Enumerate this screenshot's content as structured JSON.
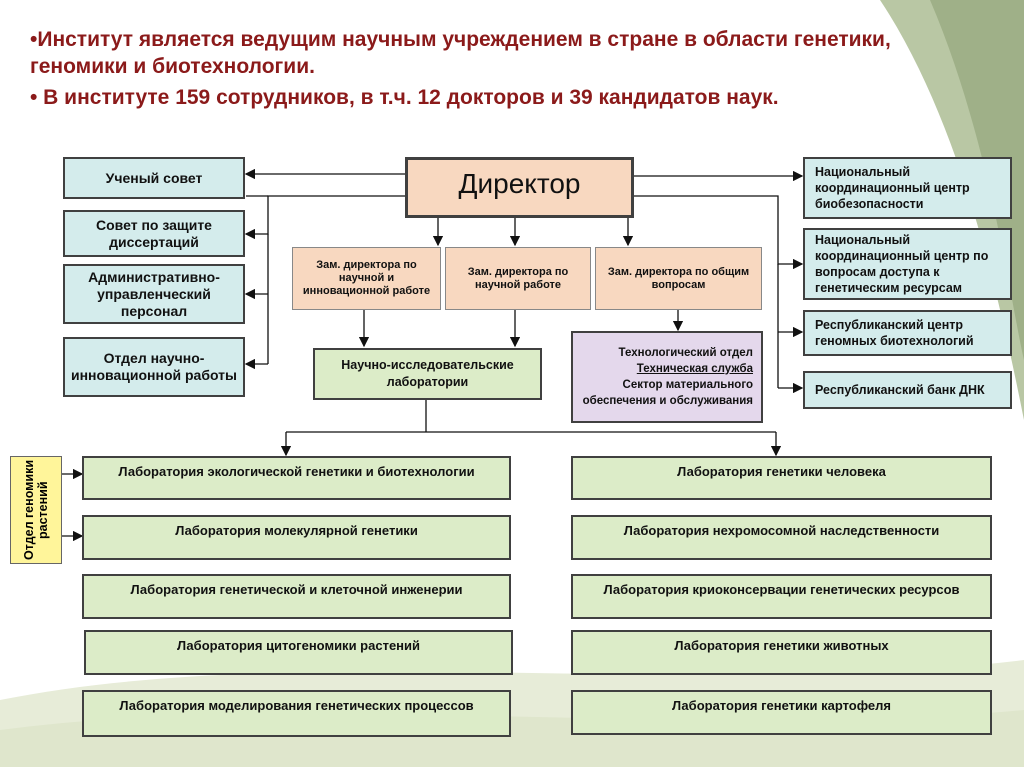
{
  "header": {
    "bullet1": "•Институт является ведущим научным учреждением в стране в области генетики, геномики и биотехнологии.",
    "bullet2": "• В институте 159 сотрудников, в т.ч. 12 докторов и 39 кандидатов наук."
  },
  "director": "Директор",
  "left_boxes": [
    "Ученый совет",
    "Совет по защите диссертаций",
    "Административно-управленческий персонал",
    "Отдел научно-инновационной работы"
  ],
  "deputies": [
    "Зам. директора по научной и инновационной работе",
    "Зам. директора по научной работе",
    "Зам. директора по общим вопросам"
  ],
  "research_labs": "Научно-исследовательские лаборатории",
  "tech_block": [
    "Технологический отдел",
    "Техническая служба",
    "Сектор материального обеспечения и обслуживания"
  ],
  "right_boxes": [
    "Национальный координационный центр биобезопасности",
    "Национальный координационный центр по вопросам доступа к генетическим ресурсам",
    "Республиканский центр геномных биотехнологий",
    "Республиканский банк ДНК"
  ],
  "side_dept": "Отдел геномики растений",
  "labs_left": [
    "Лаборатория экологической генетики и биотехнологии",
    "Лаборатория молекулярной генетики",
    "Лаборатория генетической и клеточной инженерии",
    "Лаборатория цитогеномики растений",
    "Лаборатория моделирования генетических процессов"
  ],
  "labs_right": [
    "Лаборатория генетики человека",
    "Лаборатория нехромосомной наследственности",
    "Лаборатория криоконсервации генетических ресурсов",
    "Лаборатория генетики животных",
    "Лаборатория генетики картофеля"
  ]
}
